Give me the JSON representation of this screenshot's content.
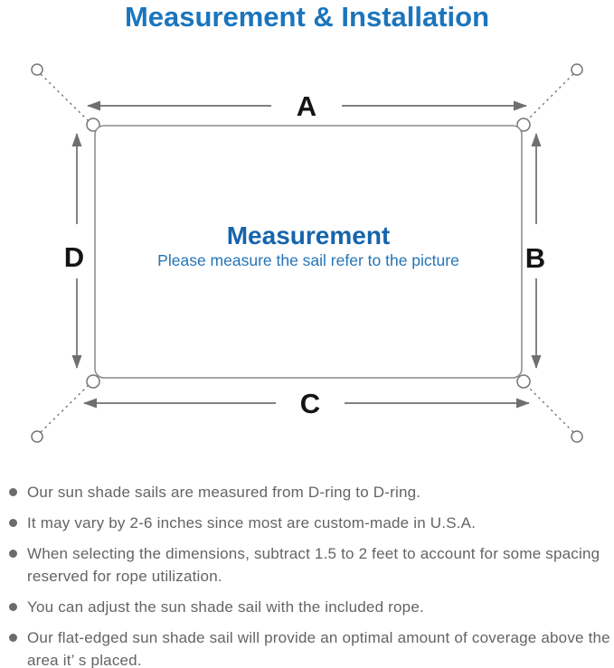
{
  "title": "Measurement & Installation",
  "diagram": {
    "labels": {
      "top": "A",
      "right": "B",
      "bottom": "C",
      "left": "D"
    },
    "center_heading": "Measurement",
    "center_subtext": "Please measure the sail refer to the picture"
  },
  "notes": {
    "items": [
      "Our sun shade sails are measured from D-ring to D-ring.",
      "It may vary by 2-6 inches since most are custom-made in U.S.A.",
      "When selecting the dimensions, subtract 1.5 to 2 feet to account for some spacing reserved for rope utilization.",
      "You can adjust the sun shade sail with the included rope.",
      "Our flat-edged sun shade sail will provide an optimal amount of coverage above the area it’ s placed."
    ]
  },
  "colors": {
    "title_blue": "#1b75bc",
    "center_heading_blue": "#1565ab",
    "center_subtext_blue": "#2474b7",
    "dimension_label_black": "#141414",
    "outline_gray": "#8a8a8a",
    "arrow_gray": "#6f6f6f",
    "note_text_gray": "#646464"
  }
}
